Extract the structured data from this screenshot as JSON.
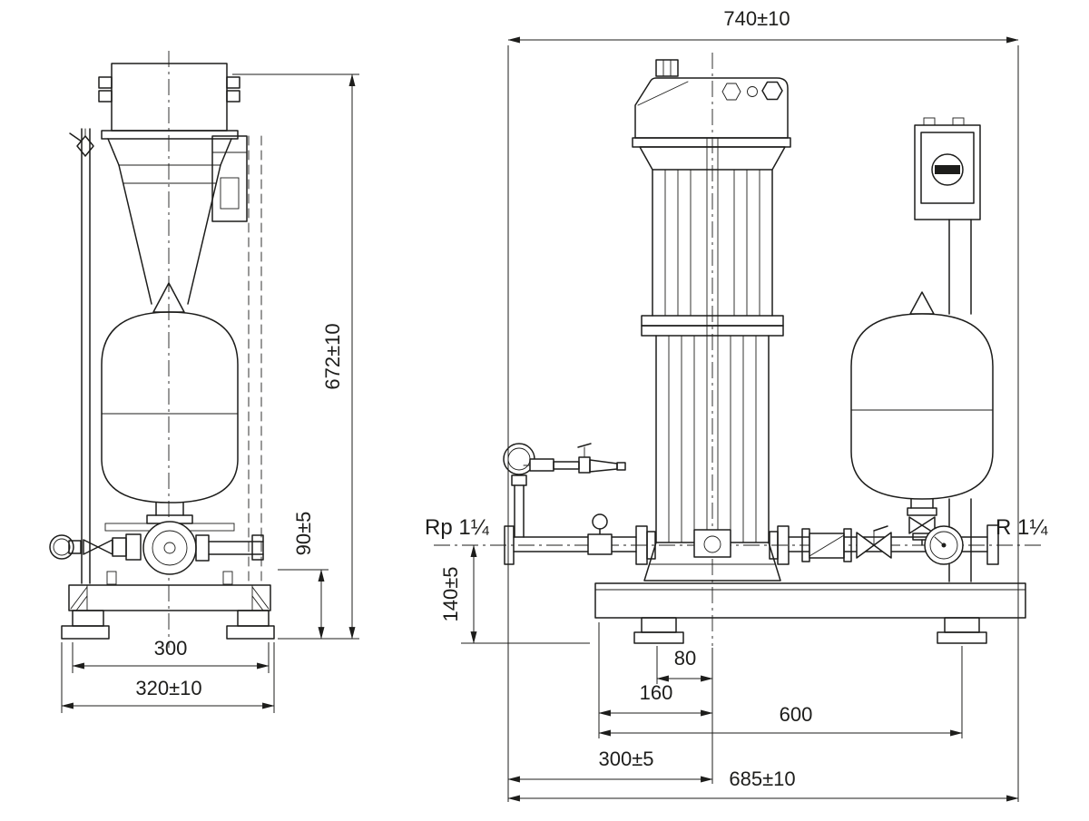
{
  "colors": {
    "line": "#1d1d1b",
    "background": "#ffffff"
  },
  "left_view": {
    "dim_height": "672±10",
    "dim_base_height": "90±5",
    "dim_width_feet": "300",
    "dim_width_overall": "320±10"
  },
  "right_view": {
    "dim_width_top": "740±10",
    "label_inlet": "Rp 1¼",
    "label_outlet": "R 1¼",
    "dim_pipe_height": "140±5",
    "dim_offset_80": "80",
    "dim_offset_160": "160",
    "dim_feet_span": "600",
    "dim_inlet_offset": "300±5",
    "dim_width_overall": "685±10"
  }
}
